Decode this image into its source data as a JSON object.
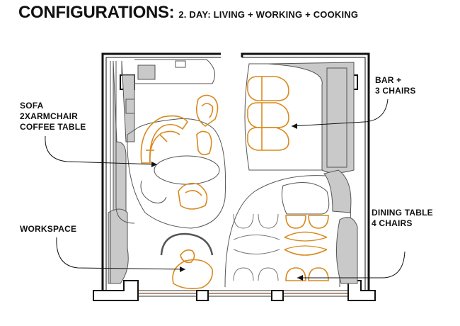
{
  "title": {
    "main": "CONFIGURATIONS:",
    "sub": "2. DAY: LIVING + WORKING + COOKING"
  },
  "labels": {
    "sofa": [
      "SOFA",
      "2XARMCHAIR",
      "COFFEE TABLE"
    ],
    "workspace": [
      "WORKSPACE"
    ],
    "bar": [
      "BAR +",
      "3 CHAIRS"
    ],
    "dining": [
      "DINING TABLE",
      "4 CHAIRS"
    ]
  },
  "colors": {
    "wall": "#111111",
    "furniture_orange": "#d98a1e",
    "built_in_grey": "#c9c9c9",
    "line_grey": "#555555",
    "door_brown": "#9c6b4f"
  }
}
